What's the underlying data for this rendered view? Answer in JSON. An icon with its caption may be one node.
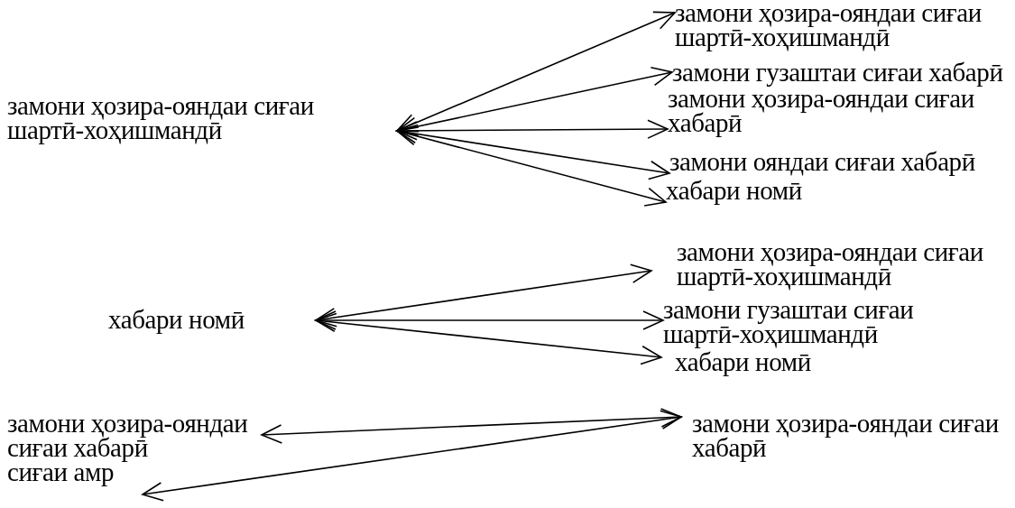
{
  "diagram": {
    "nodes": [
      {
        "text": [
          "замони ҳозира-ояндаи сиғаи шартӣ-хоҳишмандӣ"
        ]
      },
      {
        "text": [
          "замони ҳозира-ояндаи сиғаи шартӣ-хоҳишмандӣ"
        ]
      },
      {
        "text": [
          "замони гузаштаи сиғаи хабарӣ"
        ]
      },
      {
        "text": [
          "замони ҳозира-ояндаи сиғаи хабарӣ"
        ]
      },
      {
        "text": [
          "замони ояндаи сиғаи хабарӣ"
        ]
      },
      {
        "text": [
          "хабари номӣ"
        ]
      },
      {
        "text": [
          "хабари номӣ"
        ]
      },
      {
        "text": [
          "замони ҳозира-ояндаи сиғаи шартӣ-хоҳишмандӣ"
        ]
      },
      {
        "text": [
          "замони гузаштаи сиғаи шартӣ-хоҳишмандӣ"
        ]
      },
      {
        "text": [
          "хабари номӣ"
        ]
      },
      {
        "text": [
          "замони ҳозира-ояндаи сиғаи хабарӣ"
        ]
      },
      {
        "text": [
          "сиғаи амр"
        ]
      },
      {
        "text": [
          "замони ҳозира-ояндаи сиғаи хабарӣ"
        ]
      }
    ],
    "edges": [
      {
        "from": 0,
        "to": 1,
        "arrow": "both"
      },
      {
        "from": 0,
        "to": 2,
        "arrow": "both"
      },
      {
        "from": 0,
        "to": 3,
        "arrow": "both"
      },
      {
        "from": 0,
        "to": 4,
        "arrow": "both"
      },
      {
        "from": 0,
        "to": 5,
        "arrow": "both"
      },
      {
        "from": 6,
        "to": 7,
        "arrow": "both"
      },
      {
        "from": 6,
        "to": 8,
        "arrow": "both"
      },
      {
        "from": 6,
        "to": 9,
        "arrow": "both"
      },
      {
        "from": 12,
        "to": 10,
        "arrow": "both"
      },
      {
        "from": 12,
        "to": 11,
        "arrow": "both"
      }
    ]
  }
}
